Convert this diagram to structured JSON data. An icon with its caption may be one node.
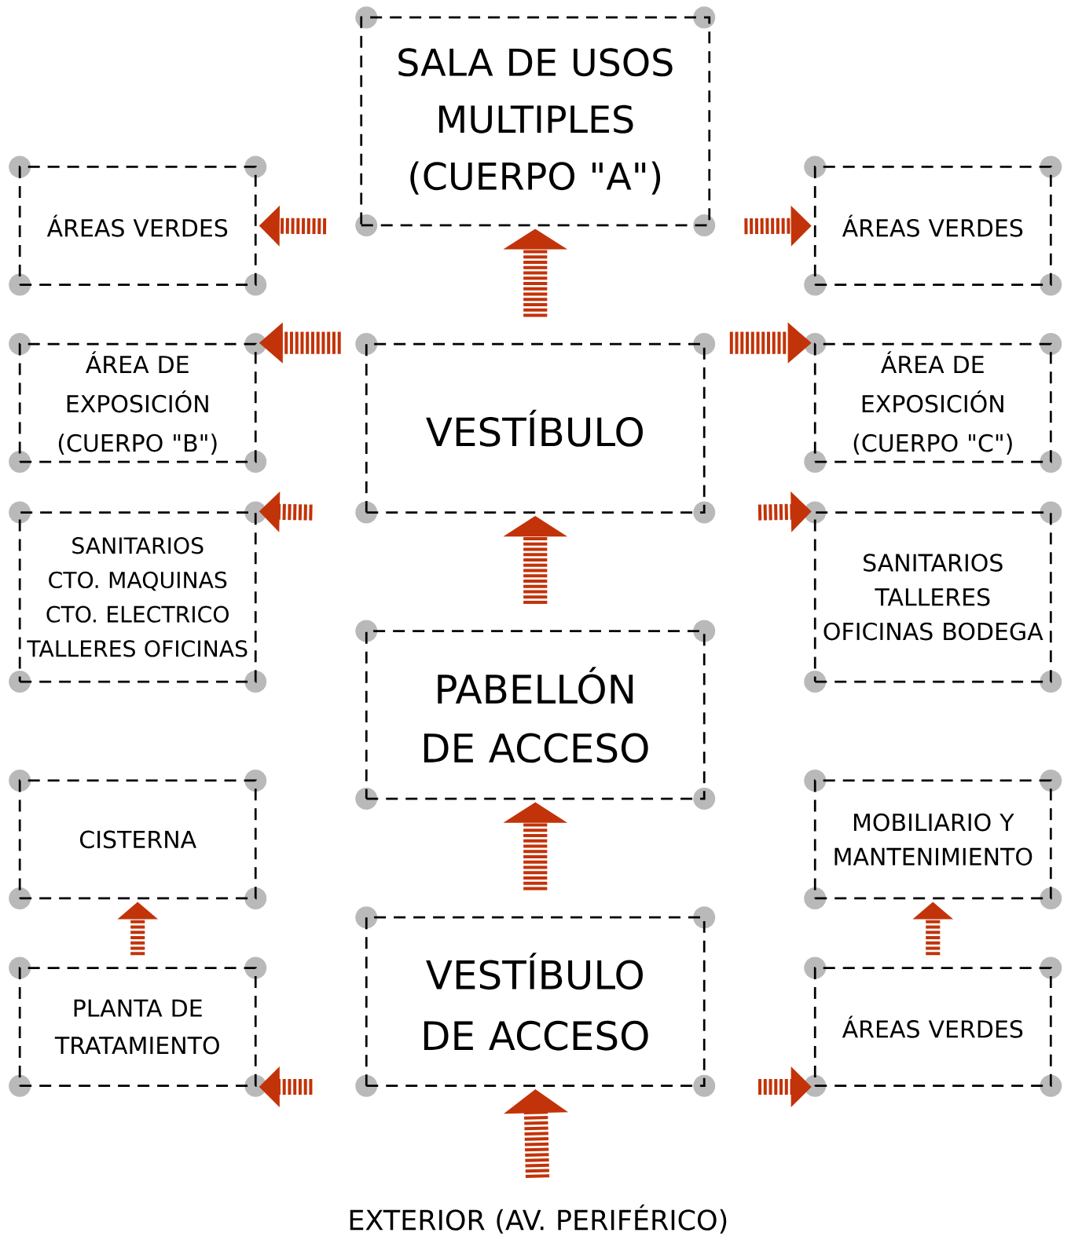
{
  "diagram": {
    "nodes": [
      {
        "text": [
          "SALA DE USOS MULTIPLES (CUERPO \"A\")"
        ]
      },
      {
        "text": [
          "ÁREAS VERDES"
        ]
      },
      {
        "text": [
          "ÁREAS VERDES"
        ]
      },
      {
        "text": [
          "ÁREA DE EXPOSICIÓN (CUERPO \"B\")"
        ]
      },
      {
        "text": [
          "VESTÍBULO"
        ]
      },
      {
        "text": [
          "ÁREA DE EXPOSICIÓN (CUERPO \"C\")"
        ]
      },
      {
        "text": [
          "SANITARIOS CTO. MAQUINAS CTO. ELECTRICO TALLERES OFICINAS"
        ]
      },
      {
        "text": [
          "SANITARIOS TALLERES OFICINAS BODEGA"
        ]
      },
      {
        "text": [
          "PABELLÓN DE ACCESO"
        ]
      },
      {
        "text": [
          "CISTERNA"
        ]
      },
      {
        "text": [
          "MOBILIARIO Y MANTENIMIENTO"
        ]
      },
      {
        "text": [
          "PLANTA DE TRATAMIENTO"
        ]
      },
      {
        "text": [
          "VESTÍBULO DE ACCESO"
        ]
      },
      {
        "text": [
          "ÁREAS VERDES"
        ]
      },
      {
        "text": [
          "EXTERIOR (AV. PERIFÉRICO)"
        ]
      }
    ],
    "edges": [
      {
        "from": 14,
        "to": 12,
        "arrow": "to"
      },
      {
        "from": 12,
        "to": 8,
        "arrow": "to"
      },
      {
        "from": 8,
        "to": 4,
        "arrow": "to"
      },
      {
        "from": 4,
        "to": 0,
        "arrow": "to"
      },
      {
        "from": 0,
        "to": 1,
        "arrow": "to"
      },
      {
        "from": 0,
        "to": 2,
        "arrow": "to"
      },
      {
        "from": 4,
        "to": 3,
        "arrow": "to"
      },
      {
        "from": 4,
        "to": 5,
        "arrow": "to"
      },
      {
        "from": 4,
        "to": 6,
        "arrow": "to"
      },
      {
        "from": 4,
        "to": 7,
        "arrow": "to"
      },
      {
        "from": 12,
        "to": 11,
        "arrow": "to"
      },
      {
        "from": 12,
        "to": 13,
        "arrow": "to"
      },
      {
        "from": 11,
        "to": 9,
        "arrow": "to"
      },
      {
        "from": 13,
        "to": 10,
        "arrow": "to"
      }
    ]
  }
}
